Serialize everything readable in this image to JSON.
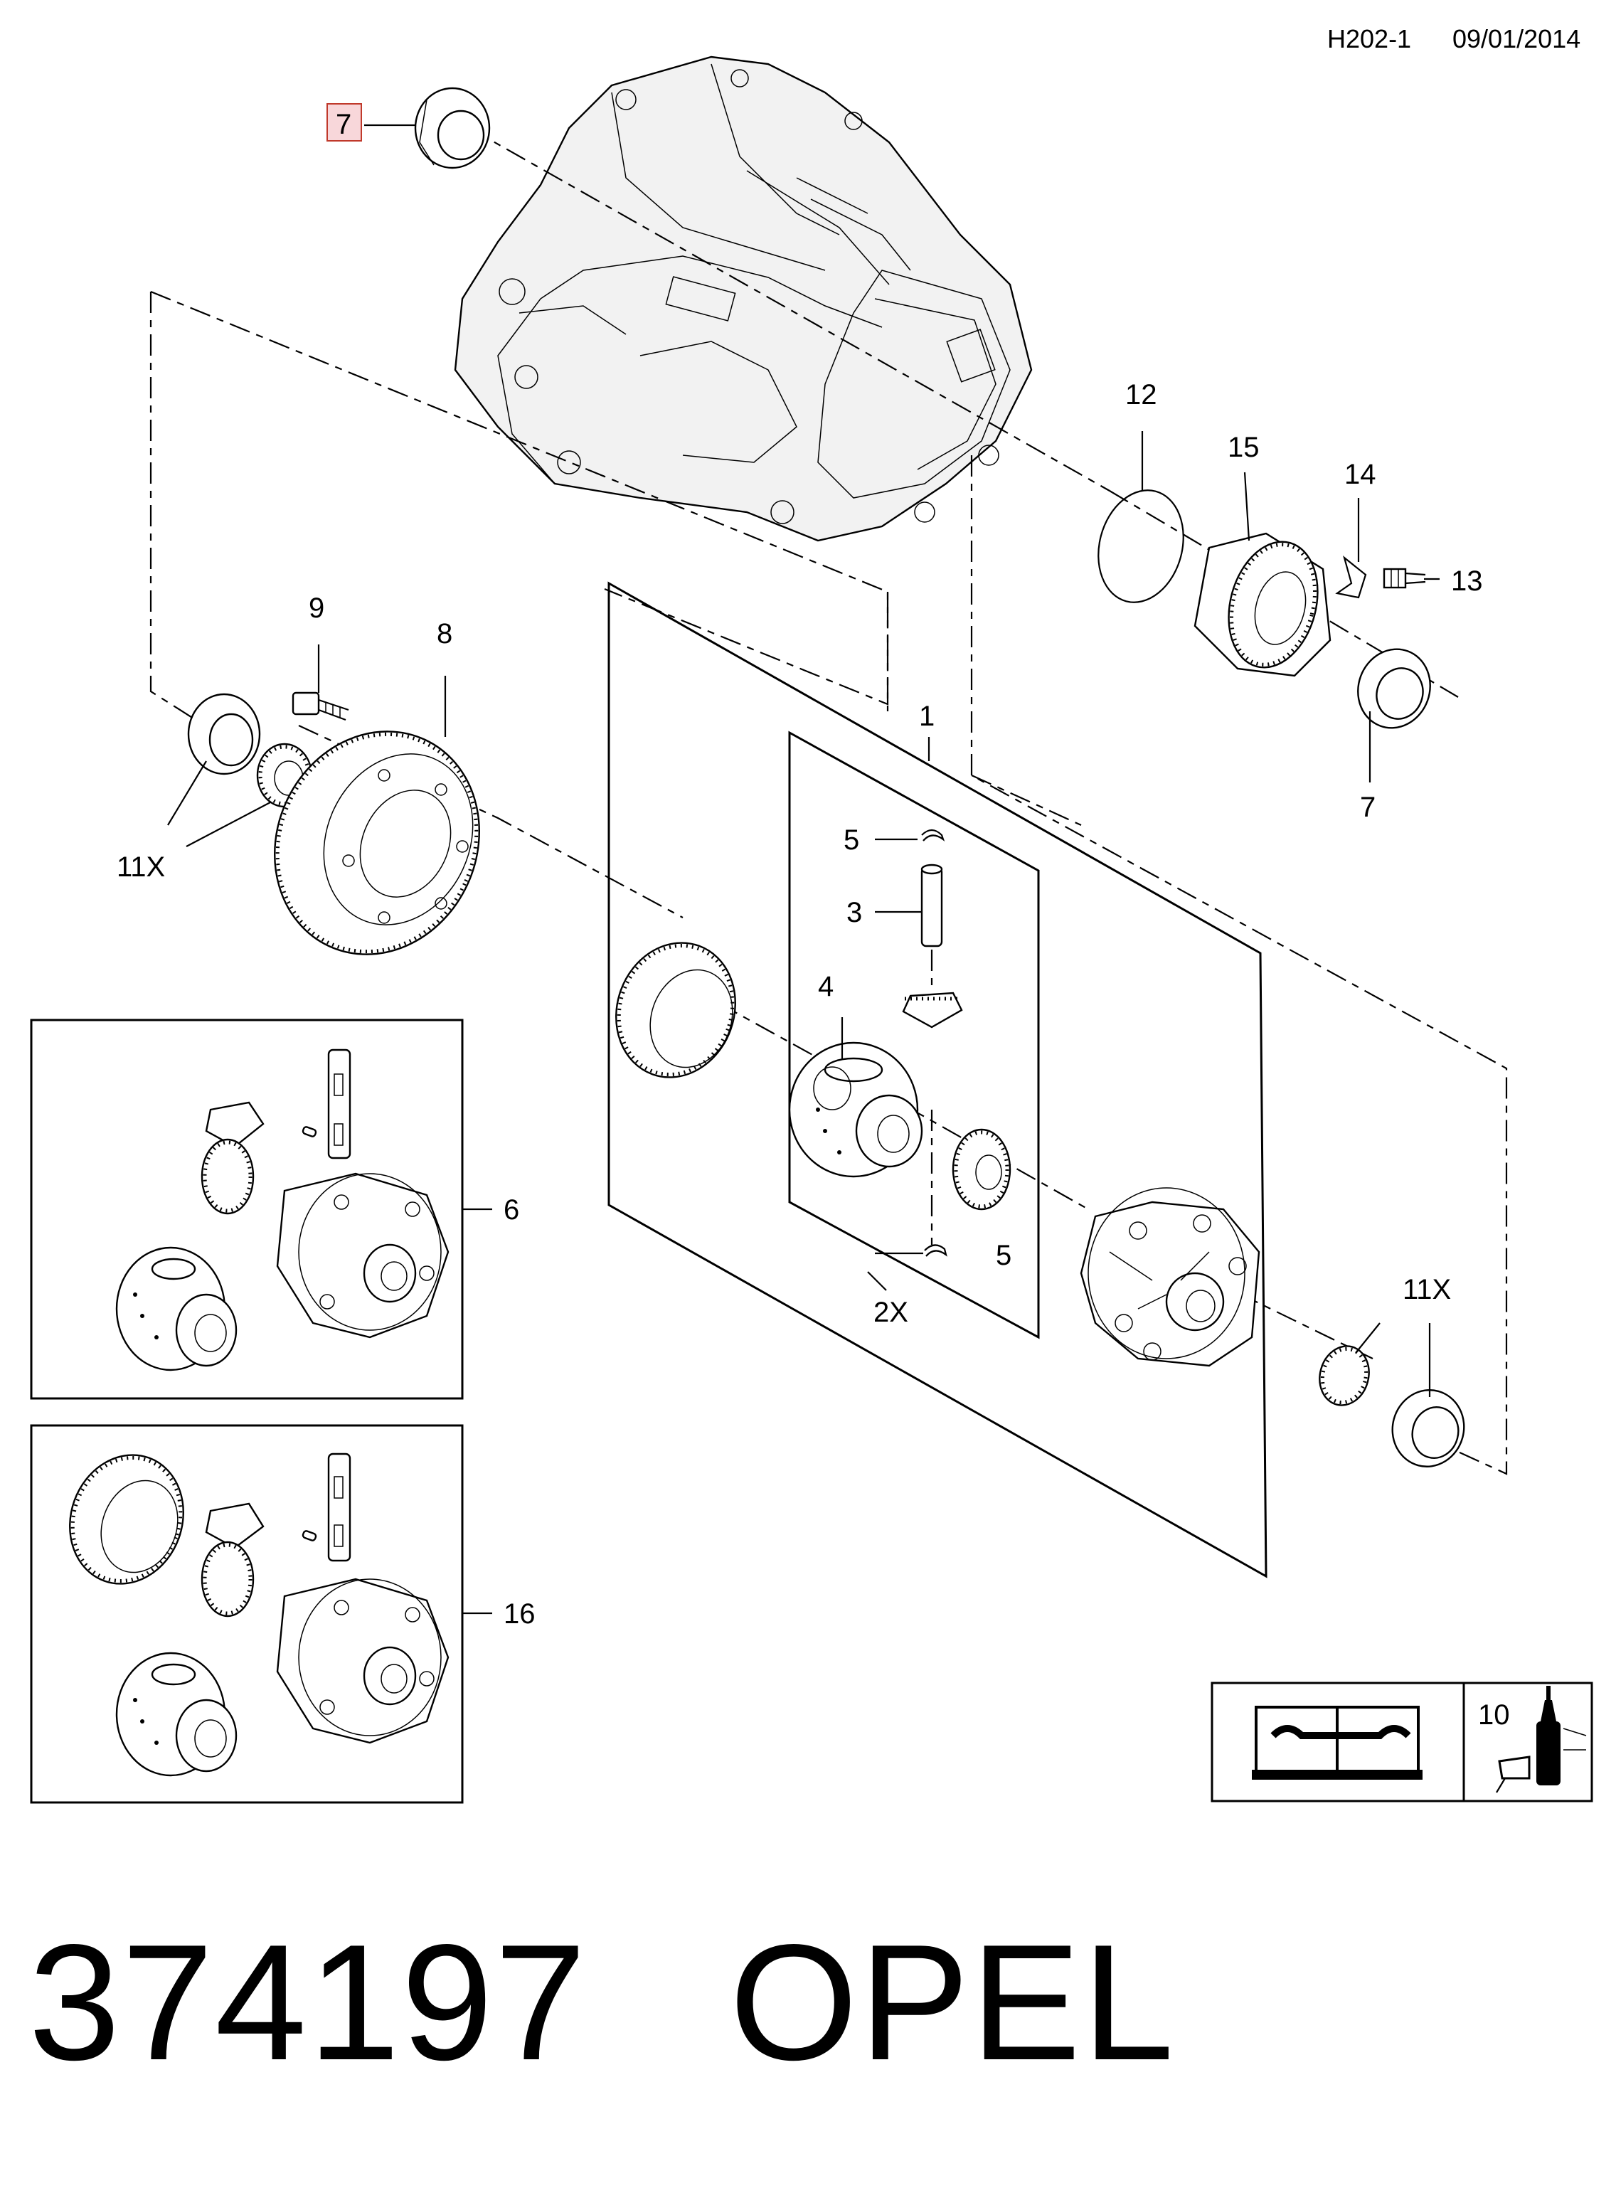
{
  "header": {
    "code": "H202-1",
    "date": "09/01/2014"
  },
  "footer": {
    "part_number": "374197",
    "brand": "OPEL"
  },
  "callouts": {
    "c1": "1",
    "c2x": "2X",
    "c3": "3",
    "c4": "4",
    "c5a": "5",
    "c5b": "5",
    "c6": "6",
    "c7a": "7",
    "c7b": "7",
    "c8": "8",
    "c9": "9",
    "c10": "10",
    "c11xa": "11X",
    "c11xb": "11X",
    "c12": "12",
    "c13": "13",
    "c14": "14",
    "c15": "15",
    "c16": "16"
  },
  "highlight_color": "#f8d7da",
  "highlight_border": "#c0392b",
  "icons": [
    "service-manual-icon",
    "sealant-tube-icon"
  ]
}
